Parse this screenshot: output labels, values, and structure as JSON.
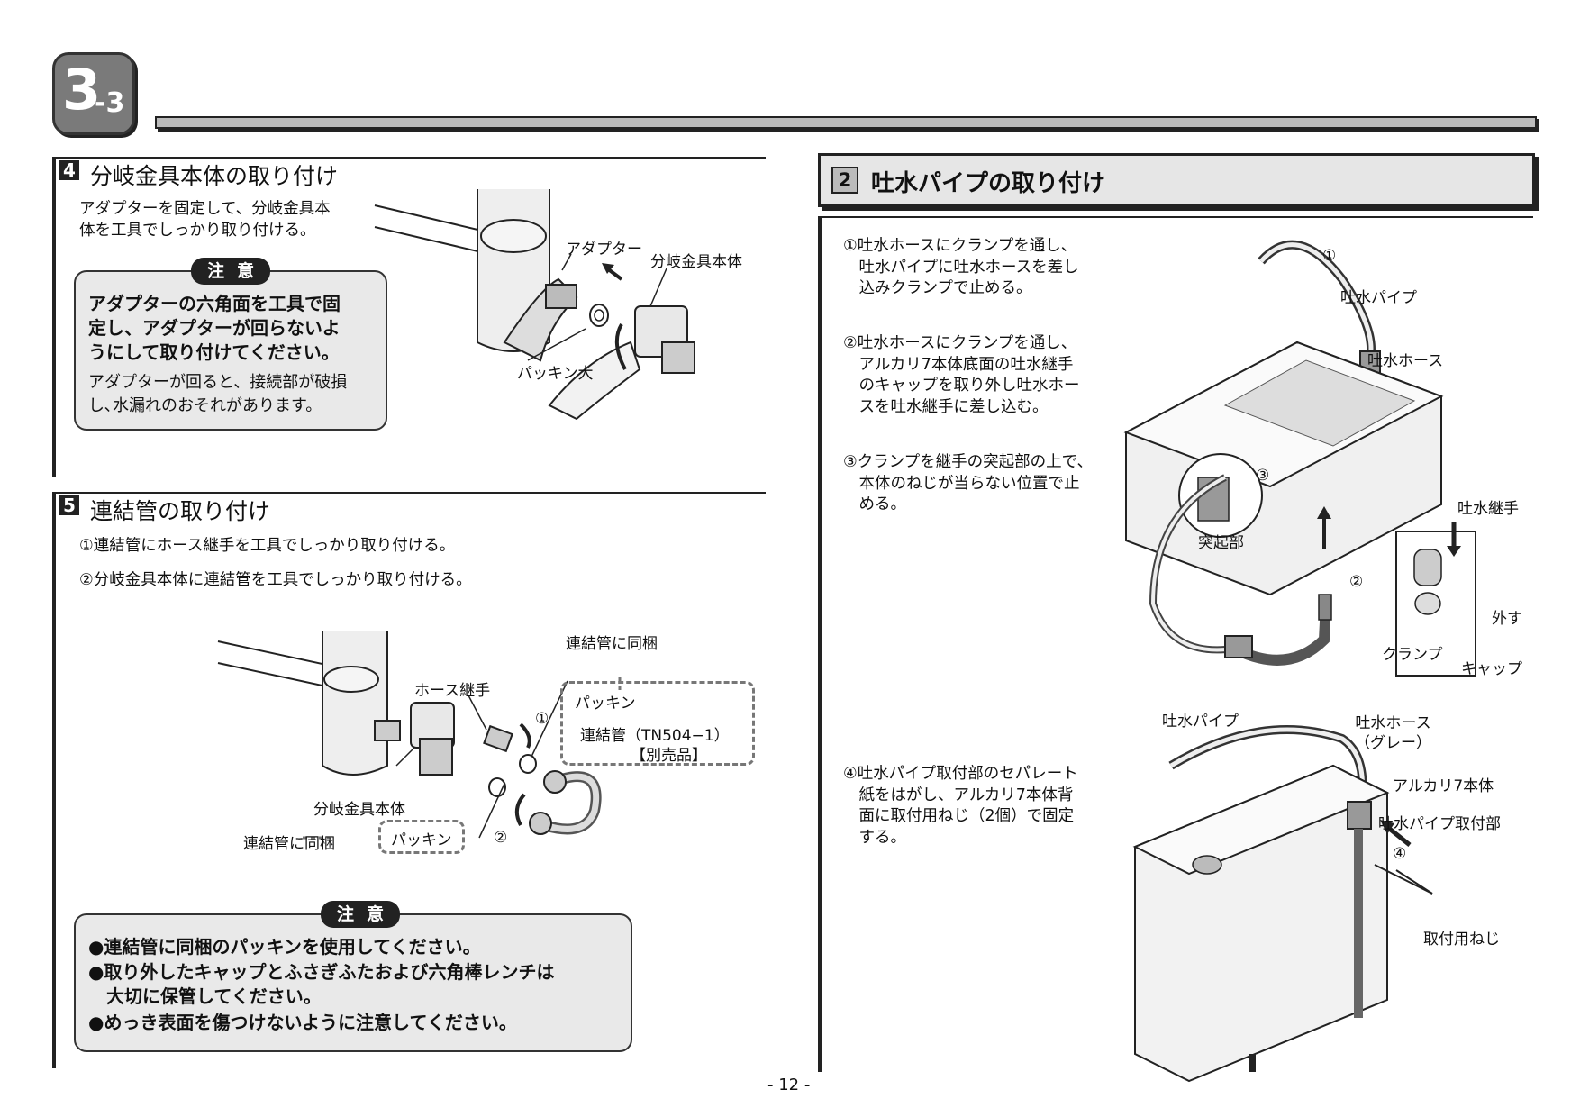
{
  "chapter": {
    "number": "3",
    "sub": "-3"
  },
  "section4": {
    "number": "4",
    "title": "分岐金具本体の取り付け",
    "instruction": "アダプターを固定して、分岐金具本\n体を工具でしっかり取り付ける。",
    "caution_tag": "注意",
    "caution_bold": "アダプターの六角面を工具で固\n定し、アダプターが回らないよ\nうにして取り付けてください。",
    "caution_text": "アダプターが回ると、接続部が破損\nし､水漏れのおそれがあります。",
    "labels": {
      "adapter": "アダプター",
      "body": "分岐金具本体",
      "packing_large": "パッキン大"
    }
  },
  "section5": {
    "number": "5",
    "title": "連結管の取り付け",
    "step1": "①連結管にホース継手を工具でしっかり取り付ける。",
    "step2": "②分岐金具本体に連結管を工具でしっかり取り付ける。",
    "labels": {
      "bundled_top": "連結管に同梱",
      "hose_joint": "ホース継手",
      "packing_top": "パッキン",
      "pipe": "連結管（TN504−1）",
      "sold_separately": "【別売品】",
      "body": "分岐金具本体",
      "bundled_bottom": "連結管に同梱",
      "packing_bottom": "パッキン",
      "marker1": "①",
      "marker2": "②"
    },
    "caution_tag": "注意",
    "caution_items": [
      "●連結管に同梱のパッキンを使用してください。",
      "●取り外したキャップとふさぎふたおよび六角棒レンチは\n　大切に保管してください。",
      "●めっき表面を傷つけないように注意してください。"
    ]
  },
  "section2": {
    "number": "2",
    "title": "吐水パイプの取り付け",
    "step1": "①吐水ホースにクランプを通し、\n　吐水パイプに吐水ホースを差し\n　込みクランプで止める。",
    "step2": "②吐水ホースにクランプを通し、\n　アルカリ7本体底面の吐水継手\n　のキャップを取り外し吐水ホー\n　スを吐水継手に差し込む。",
    "step3": "③クランプを継手の突起部の上で、\n　本体のねじが当らない位置で止\n　める。",
    "step4": "④吐水パイプ取付部のセパレート\n　紙をはがし、アルカリ7本体背\n　面に取付用ねじ（2個）で固定\n　する。",
    "labels": {
      "m1": "①",
      "spout_pipe_top": "吐水パイプ",
      "spout_hose_top": "吐水ホース",
      "m3": "③",
      "protrusion": "突起部",
      "spout_joint": "吐水継手",
      "m2": "②",
      "remove": "外す",
      "clamp": "クランプ",
      "cap": "キャップ",
      "spout_hose_gray": "吐水ホース\n（グレー）",
      "spout_pipe_bottom": "吐水パイプ",
      "alkali_body": "アルカリ7本体",
      "pipe_mount": "吐水パイプ取付部",
      "m4": "④",
      "mount_screw": "取付用ねじ"
    }
  },
  "page_number": "- 12 -"
}
